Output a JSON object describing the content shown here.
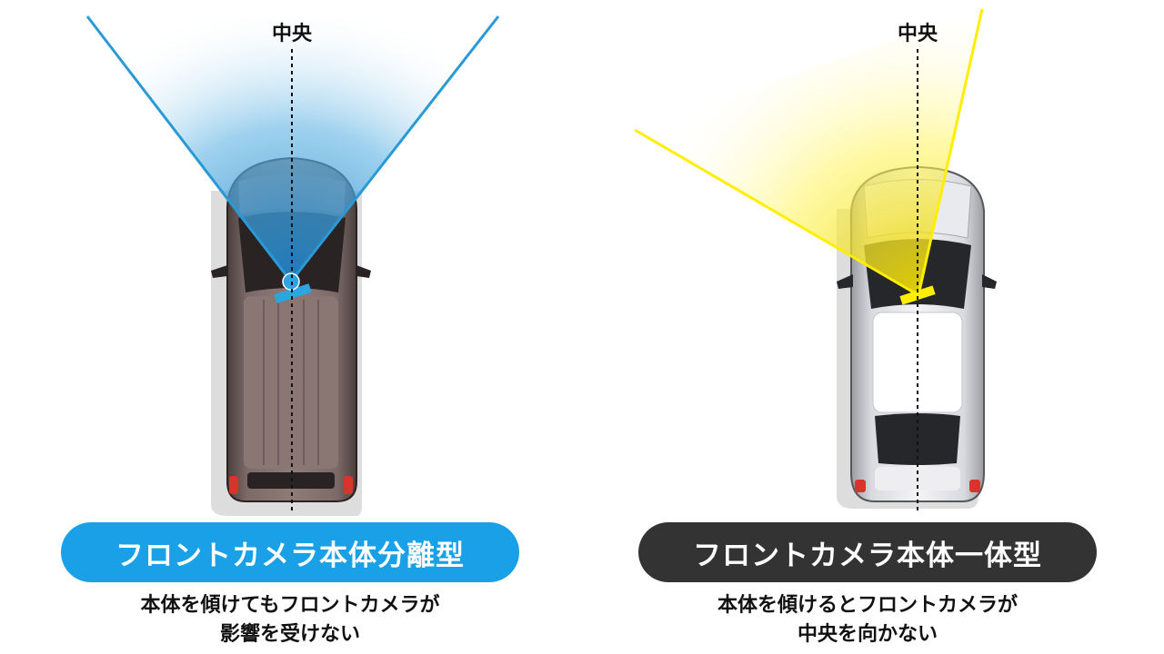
{
  "left": {
    "center_label": "中央",
    "title": "フロントカメラ本体分離型",
    "caption_line1": "本体を傾けてもフロントカメラが",
    "caption_line2": "影響を受けない",
    "pill_color": "#1aa0e6",
    "beam_color": "#2a9ad6",
    "car_color": "#7d6c69"
  },
  "right": {
    "center_label": "中央",
    "title": "フロントカメラ本体一体型",
    "caption_line1": "本体を傾けるとフロントカメラが",
    "caption_line2": "中央を向かない",
    "pill_color": "#333333",
    "beam_color": "#ffee00",
    "car_color": "#dcdde0"
  }
}
